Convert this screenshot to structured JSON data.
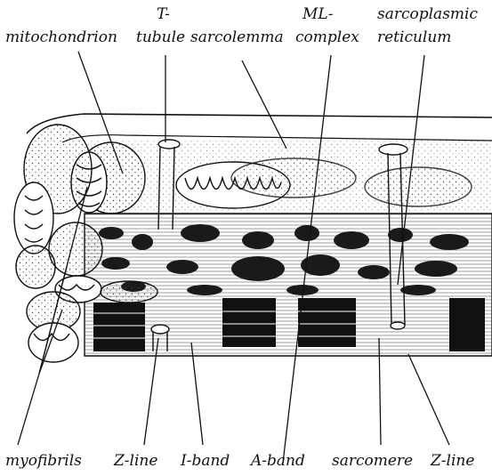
{
  "colors": {
    "ink": "#111111",
    "paper": "#ffffff",
    "stipple": "#444444"
  },
  "labels": {
    "top": {
      "t_tubule_line1": "T-",
      "mitochondrion": "mitochondrion",
      "t_tubule_line2": "tubule",
      "sarcolemma": "sarcolemma",
      "ml_line1": "ML-",
      "ml_line2": "complex",
      "sr_line1": "sarcoplasmic",
      "sr_line2": "reticulum"
    },
    "bottom": {
      "myofibrils": "myofibrils",
      "z_line_left": "Z-line",
      "i_band": "I-band",
      "a_band": "A-band",
      "sarcomere": "sarcomere",
      "z_line_right": "Z-line"
    }
  }
}
